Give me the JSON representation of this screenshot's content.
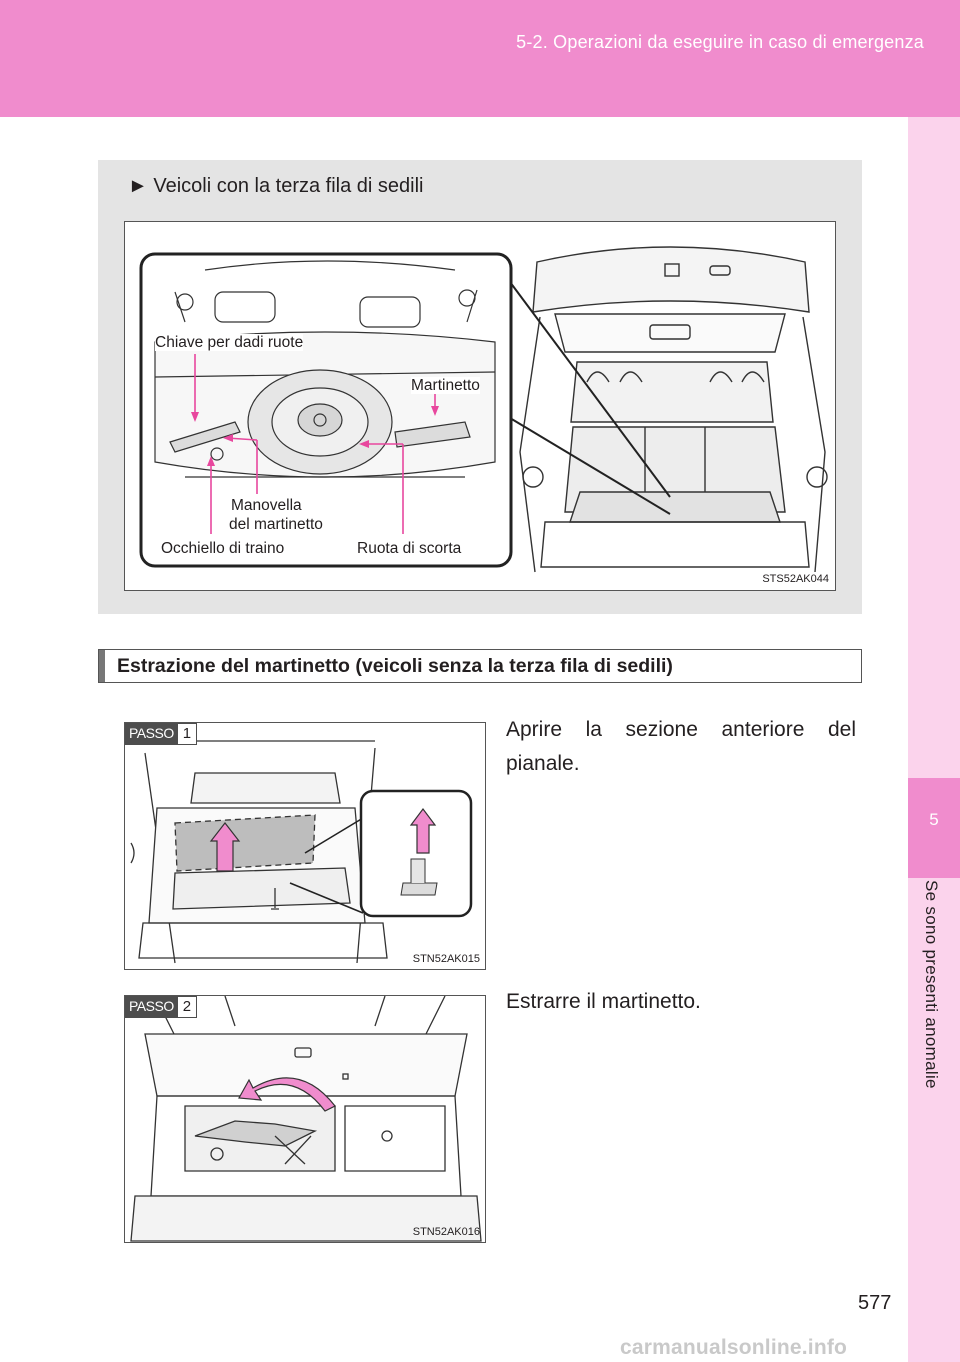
{
  "header": {
    "title": "5-2. Operazioni da eseguire in caso di emergenza"
  },
  "side_tab": {
    "chapter_number": "5",
    "chapter_label": "Se sono presenti anomalie"
  },
  "figure_top": {
    "heading_marker": "►",
    "heading": "Veicoli con la terza fila di sedili",
    "labels": {
      "lug_wrench": "Chiave per dadi ruote",
      "jack": "Martinetto",
      "jack_handle_line1": "Manovella",
      "jack_handle_line2": "del martinetto",
      "tow_eye": "Occhiello di traino",
      "spare_tire": "Ruota di scorta"
    },
    "code": "STS52AK044"
  },
  "section": {
    "title": "Estrazione del martinetto (veicoli senza la terza fila di sedili)"
  },
  "steps": [
    {
      "badge": "PASSO",
      "number": "1",
      "text": "Aprire la sezione anteriore del pianale.",
      "code": "STN52AK015"
    },
    {
      "badge": "PASSO",
      "number": "2",
      "text": "Estrarre il martinetto.",
      "code": "STN52AK016"
    }
  ],
  "page_number": "577",
  "watermark": "carmanualsonline.info",
  "colors": {
    "header_pink": "#f08ccd",
    "side_tab_light": "#fbd3ec",
    "callout_pink": "#e8479e",
    "gray_box": "#e4e4e4"
  }
}
